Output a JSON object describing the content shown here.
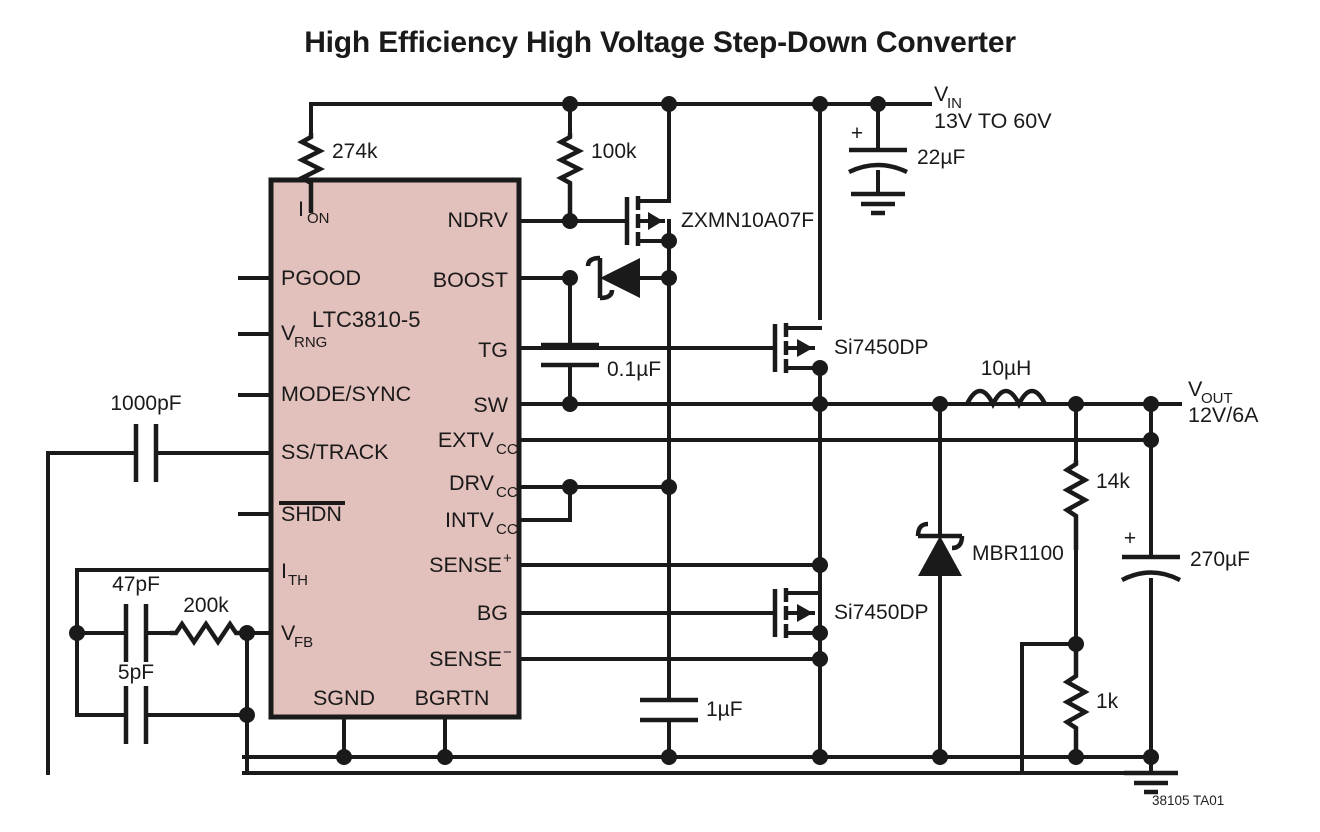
{
  "figure": {
    "title": "High Efficiency High Voltage Step-Down Converter",
    "caption": "38105 TA01",
    "accent_color": "#e2c0bb",
    "ink_color": "#1a1a1a"
  },
  "ic": {
    "part_number": "LTC3810-5",
    "pins_left": [
      {
        "name": "ION",
        "base": "I",
        "sub": "ON"
      },
      {
        "name": "PGOOD",
        "base": "PGOOD",
        "sub": ""
      },
      {
        "name": "VRNG",
        "base": "V",
        "sub": "RNG"
      },
      {
        "name": "MODE/SYNC",
        "base": "MODE/SYNC",
        "sub": ""
      },
      {
        "name": "SS/TRACK",
        "base": "SS/TRACK",
        "sub": ""
      },
      {
        "name": "SHDN",
        "base": "SHDN",
        "sub": ""
      },
      {
        "name": "ITH",
        "base": "I",
        "sub": "TH"
      },
      {
        "name": "VFB",
        "base": "V",
        "sub": "FB"
      }
    ],
    "pins_right": [
      {
        "name": "NDRV",
        "base": "NDRV",
        "sub": ""
      },
      {
        "name": "BOOST",
        "base": "BOOST",
        "sub": ""
      },
      {
        "name": "TG",
        "base": "TG",
        "sub": ""
      },
      {
        "name": "SW",
        "base": "SW",
        "sub": ""
      },
      {
        "name": "EXTVCC",
        "base": "EXTV",
        "sub": "CC"
      },
      {
        "name": "DRVCC",
        "base": "DRV",
        "sub": "CC"
      },
      {
        "name": "INTVCC",
        "base": "INTV",
        "sub": "CC"
      },
      {
        "name": "SENSE+",
        "base": "SENSE",
        "sub": "+"
      },
      {
        "name": "BG",
        "base": "BG",
        "sub": ""
      },
      {
        "name": "SENSE-",
        "base": "SENSE",
        "sub": "−"
      }
    ],
    "pins_bottom": [
      {
        "name": "SGND",
        "base": "SGND",
        "sub": ""
      },
      {
        "name": "BGRTN",
        "base": "BGRTN",
        "sub": ""
      }
    ]
  },
  "nets": {
    "vin_label_base": "V",
    "vin_label_sub": "IN",
    "vin_range": "13V TO 60V",
    "vout_label_base": "V",
    "vout_label_sub": "OUT",
    "vout_rating": "12V/6A"
  },
  "components": [
    {
      "id": "r-ion",
      "ref": "",
      "value": "274k",
      "type": "resistor"
    },
    {
      "id": "r-ndrv",
      "ref": "",
      "value": "100k",
      "type": "resistor"
    },
    {
      "id": "c-vin",
      "ref": "",
      "value": "22µF",
      "type": "capacitor-polar"
    },
    {
      "id": "q-ndrv",
      "ref": "",
      "value": "ZXMN10A07F",
      "type": "nmos"
    },
    {
      "id": "q-top",
      "ref": "",
      "value": "Si7450DP",
      "type": "nmos"
    },
    {
      "id": "q-bot",
      "ref": "",
      "value": "Si7450DP",
      "type": "nmos"
    },
    {
      "id": "c-boost",
      "ref": "",
      "value": "0.1µF",
      "type": "capacitor"
    },
    {
      "id": "c-drvcc",
      "ref": "",
      "value": "1µF",
      "type": "capacitor"
    },
    {
      "id": "c-ss",
      "ref": "",
      "value": "1000pF",
      "type": "capacitor"
    },
    {
      "id": "c-ith-47",
      "ref": "",
      "value": "47pF",
      "type": "capacitor"
    },
    {
      "id": "c-ith-5",
      "ref": "",
      "value": "5pF",
      "type": "capacitor"
    },
    {
      "id": "r-ith",
      "ref": "",
      "value": "200k",
      "type": "resistor"
    },
    {
      "id": "l-out",
      "ref": "",
      "value": "10µH",
      "type": "inductor"
    },
    {
      "id": "d-cat",
      "ref": "",
      "value": "MBR1100",
      "type": "schottky"
    },
    {
      "id": "r-fb-top",
      "ref": "",
      "value": "14k",
      "type": "resistor"
    },
    {
      "id": "r-fb-bot",
      "ref": "",
      "value": "1k",
      "type": "resistor"
    },
    {
      "id": "c-out",
      "ref": "",
      "value": "270µF",
      "type": "capacitor-polar"
    }
  ],
  "markers": {
    "plus": "+"
  }
}
